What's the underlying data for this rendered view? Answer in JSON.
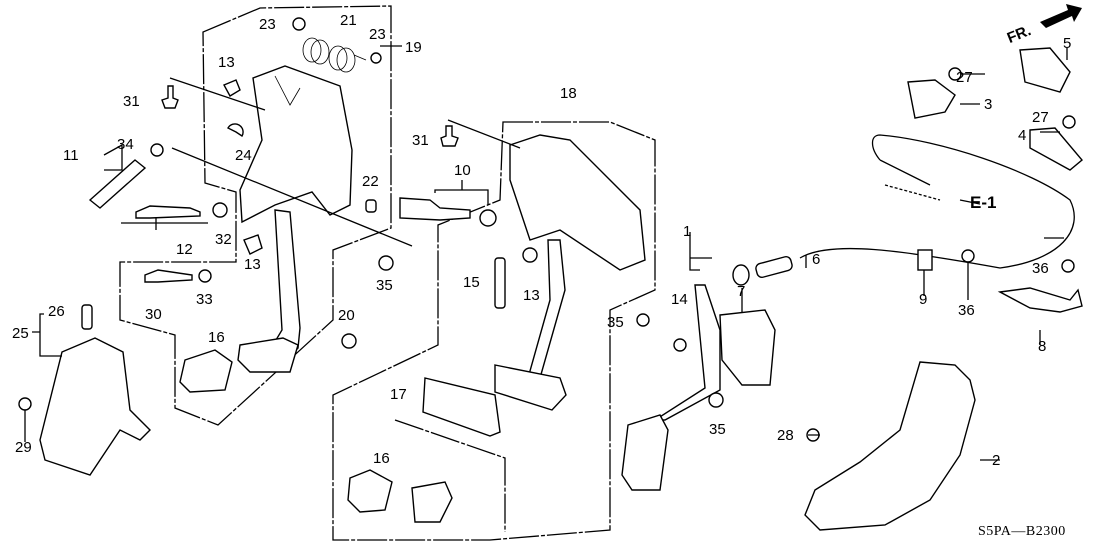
{
  "diagram": {
    "title": "Pedal assembly parts diagram",
    "drawing_code": "S5PA—B2300",
    "direction_label": "FR.",
    "reference_label": "E-1",
    "callouts": [
      {
        "id": "c1",
        "label": "1",
        "part": "accelerator-pedal-assembly"
      },
      {
        "id": "c2",
        "label": "2",
        "part": "foot-rest"
      },
      {
        "id": "c3",
        "label": "3",
        "part": "cable-clamp"
      },
      {
        "id": "c4",
        "label": "4",
        "part": "cable-stay-lower"
      },
      {
        "id": "c5",
        "label": "5",
        "part": "cable-stay-upper"
      },
      {
        "id": "c6",
        "label": "6",
        "part": "throttle-cable"
      },
      {
        "id": "c7",
        "label": "7",
        "part": "grommet"
      },
      {
        "id": "c8",
        "label": "8",
        "part": "cable-bracket"
      },
      {
        "id": "c9",
        "label": "9",
        "part": "cable-holder"
      },
      {
        "id": "c10",
        "label": "10",
        "part": "stop-switch"
      },
      {
        "id": "c11",
        "label": "11",
        "part": "clutch-switch"
      },
      {
        "id": "c12",
        "label": "12",
        "part": "stopper"
      },
      {
        "id": "c13a",
        "label": "13",
        "part": "clip-upper"
      },
      {
        "id": "c13b",
        "label": "13",
        "part": "clip-lower"
      },
      {
        "id": "c13c",
        "label": "13",
        "part": "clip-brake"
      },
      {
        "id": "c14",
        "label": "14",
        "part": "stopper-rubber"
      },
      {
        "id": "c15",
        "label": "15",
        "part": "return-spring"
      },
      {
        "id": "c16a",
        "label": "16",
        "part": "clutch-pedal-pad"
      },
      {
        "id": "c16b",
        "label": "16",
        "part": "brake-pedal-pad-small"
      },
      {
        "id": "c17",
        "label": "17",
        "part": "brake-pedal-pad"
      },
      {
        "id": "c18",
        "label": "18",
        "part": "brake-pedal-assembly"
      },
      {
        "id": "c19",
        "label": "19",
        "part": "clutch-pedal-assembly"
      },
      {
        "id": "c20",
        "label": "20",
        "part": "cushion"
      },
      {
        "id": "c21",
        "label": "21",
        "part": "assist-spring"
      },
      {
        "id": "c22",
        "label": "22",
        "part": "collar"
      },
      {
        "id": "c23a",
        "label": "23",
        "part": "bushing-left"
      },
      {
        "id": "c23b",
        "label": "23",
        "part": "bushing-right"
      },
      {
        "id": "c24",
        "label": "24",
        "part": "clip"
      },
      {
        "id": "c25",
        "label": "25",
        "part": "foot-rest-left"
      },
      {
        "id": "c26",
        "label": "26",
        "part": "screw"
      },
      {
        "id": "c27a",
        "label": "27",
        "part": "nut-upper"
      },
      {
        "id": "c27b",
        "label": "27",
        "part": "nut-lower"
      },
      {
        "id": "c28",
        "label": "28",
        "part": "nut"
      },
      {
        "id": "c29",
        "label": "29",
        "part": "nut"
      },
      {
        "id": "c30",
        "label": "30",
        "part": "bolt"
      },
      {
        "id": "c31a",
        "label": "31",
        "part": "bolt-left"
      },
      {
        "id": "c31b",
        "label": "31",
        "part": "bolt-middle"
      },
      {
        "id": "c32",
        "label": "32",
        "part": "nut"
      },
      {
        "id": "c33",
        "label": "33",
        "part": "nut"
      },
      {
        "id": "c34",
        "label": "34",
        "part": "nut"
      },
      {
        "id": "c35a",
        "label": "35",
        "part": "nut-left"
      },
      {
        "id": "c35b",
        "label": "35",
        "part": "nut-middle"
      },
      {
        "id": "c35c",
        "label": "35",
        "part": "nut-right"
      },
      {
        "id": "c36a",
        "label": "36",
        "part": "bolt-upper"
      },
      {
        "id": "c36b",
        "label": "36",
        "part": "bolt-lower"
      }
    ]
  }
}
